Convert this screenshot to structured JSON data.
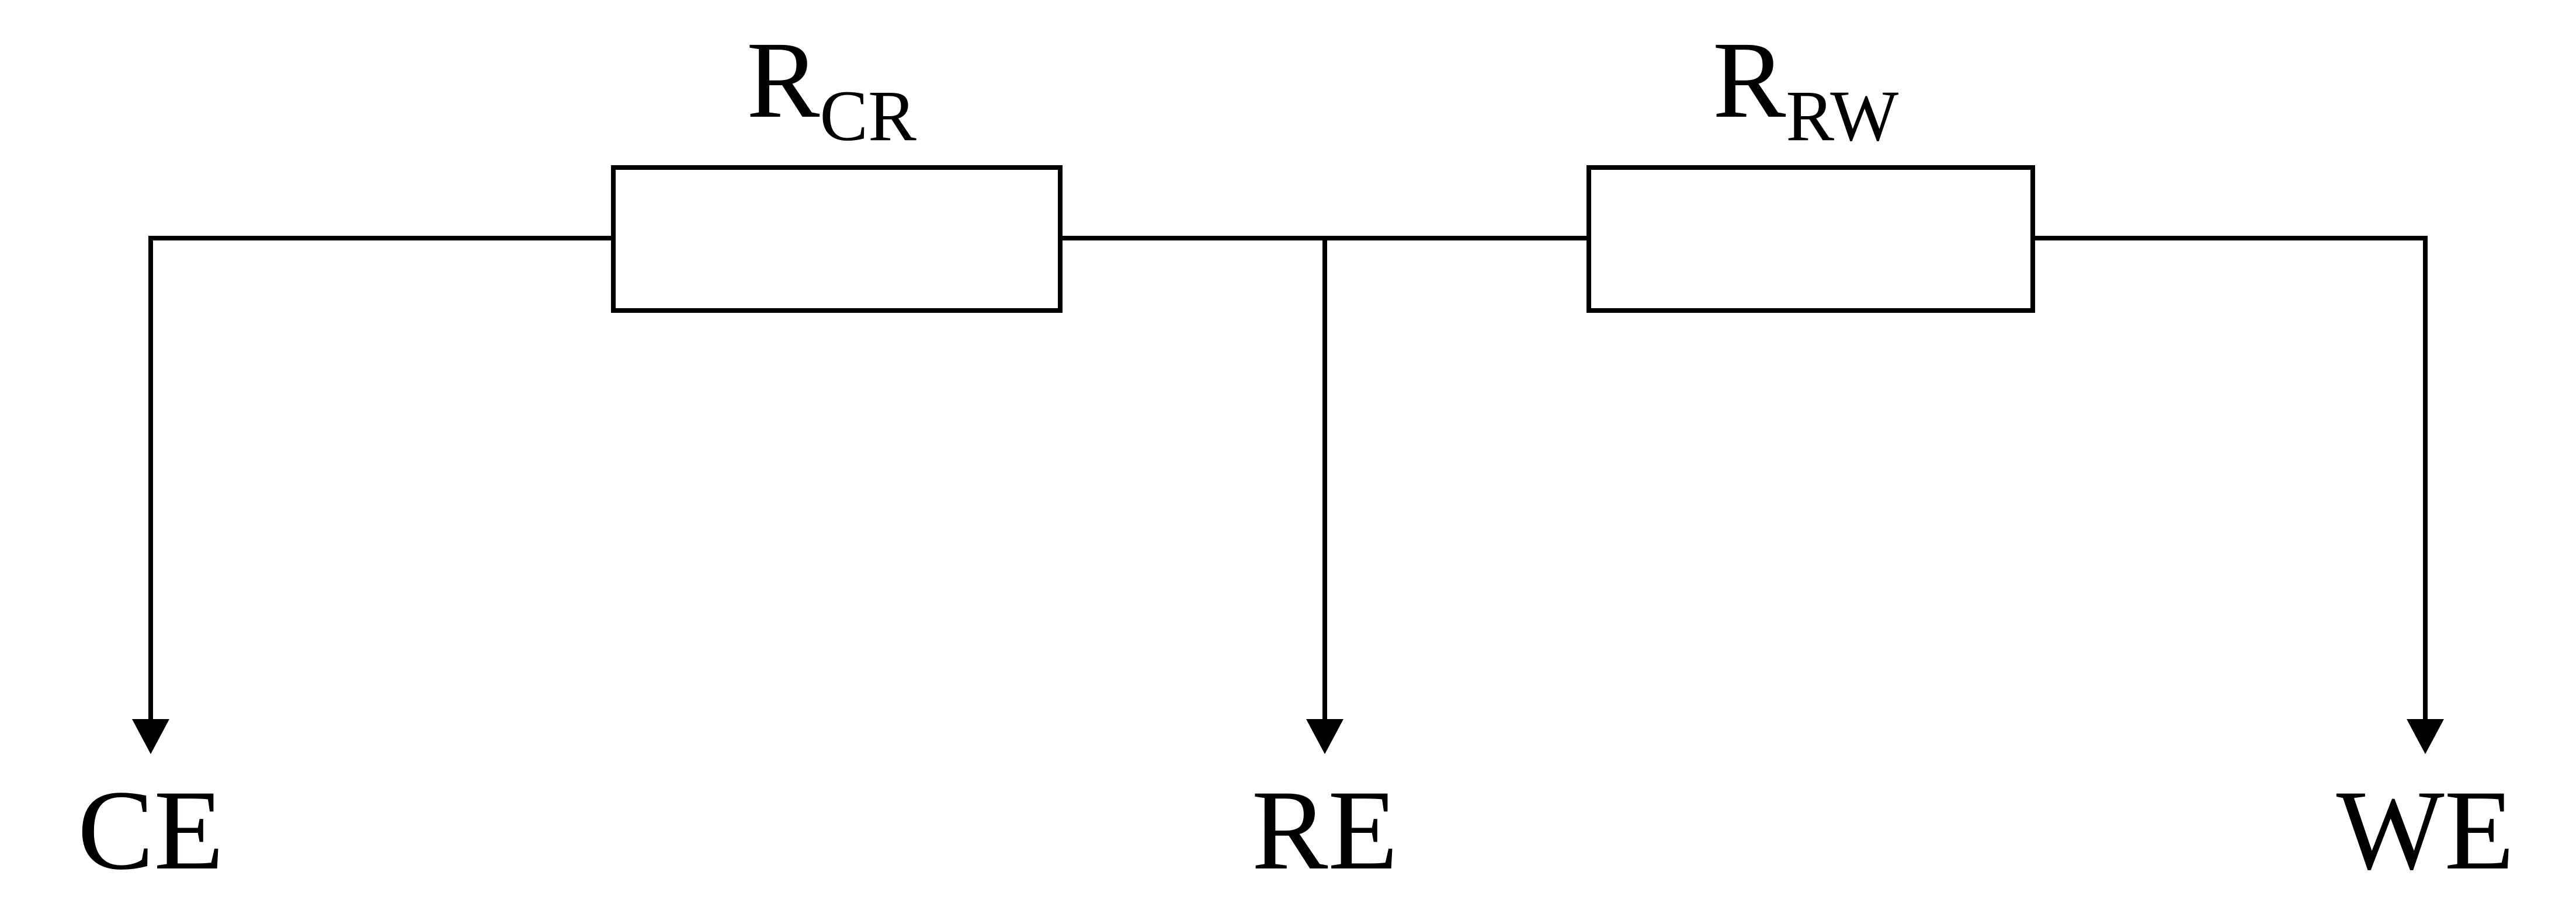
{
  "diagram": {
    "resistors": {
      "cr": {
        "symbol": "R",
        "subscript": "CR"
      },
      "rw": {
        "symbol": "R",
        "subscript": "RW"
      }
    },
    "terminals": {
      "ce": {
        "label": "CE"
      },
      "re": {
        "label": "RE"
      },
      "we": {
        "label": "WE"
      }
    },
    "colors": {
      "line": "#000000",
      "background": "#ffffff"
    }
  }
}
